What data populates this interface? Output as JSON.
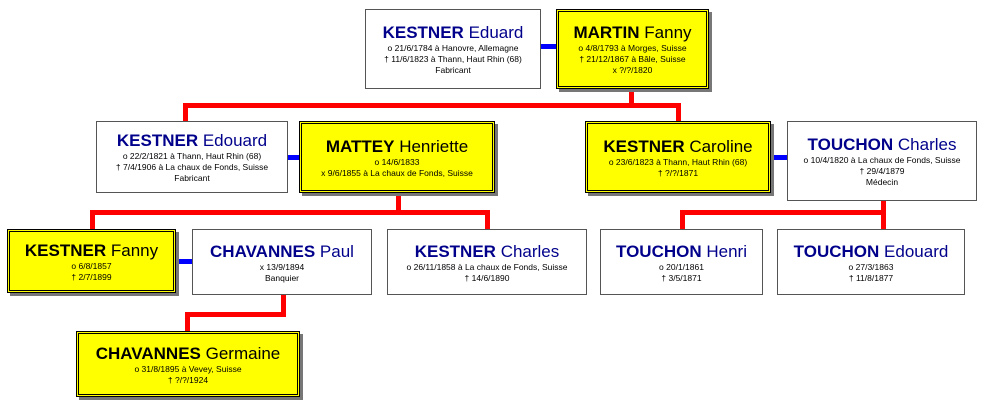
{
  "colors": {
    "highlight": "#ffff00",
    "link_parent": "#ff0000",
    "link_spouse": "#0000ff",
    "name_text": "#00008b"
  },
  "people": {
    "eduard": {
      "surname": "KESTNER",
      "given": "Eduard",
      "details": [
        "o 21/6/1784 à Hanovre, Allemagne",
        "† 11/6/1823 à Thann, Haut Rhin (68)",
        "Fabricant"
      ]
    },
    "fanny_m": {
      "surname": "MARTIN",
      "given": "Fanny",
      "details": [
        "o 4/8/1793 à Morges, Suisse",
        "† 21/12/1867 à Bâle, Suisse",
        "x ?/?/1820"
      ]
    },
    "edouard": {
      "surname": "KESTNER",
      "given": "Edouard",
      "details": [
        "o 22/2/1821 à Thann, Haut Rhin (68)",
        "† 7/4/1906 à La chaux de Fonds, Suisse",
        "Fabricant"
      ]
    },
    "henriette": {
      "surname": "MATTEY",
      "given": "Henriette",
      "details": [
        "o 14/6/1833",
        "x 9/6/1855 à La chaux de Fonds, Suisse"
      ]
    },
    "caroline": {
      "surname": "KESTNER",
      "given": "Caroline",
      "details": [
        "o 23/6/1823 à Thann, Haut Rhin (68)",
        "† ?/?/1871"
      ]
    },
    "charles_t": {
      "surname": "TOUCHON",
      "given": "Charles",
      "details": [
        "o 10/4/1820 à La chaux de Fonds, Suisse",
        "† 29/4/1879",
        "Médecin"
      ]
    },
    "fanny_k": {
      "surname": "KESTNER",
      "given": "Fanny",
      "details": [
        "o 6/8/1857",
        "† 2/7/1899"
      ]
    },
    "paul": {
      "surname": "CHAVANNES",
      "given": "Paul",
      "details": [
        "x 13/9/1894",
        "Banquier"
      ]
    },
    "charles_k": {
      "surname": "KESTNER",
      "given": "Charles",
      "details": [
        "o 26/11/1858 à La chaux de Fonds, Suisse",
        "† 14/6/1890"
      ]
    },
    "henri": {
      "surname": "TOUCHON",
      "given": "Henri",
      "details": [
        "o 20/1/1861",
        "† 3/5/1871"
      ]
    },
    "edouard_t": {
      "surname": "TOUCHON",
      "given": "Edouard",
      "details": [
        "o 27/3/1863",
        "† 11/8/1877"
      ]
    },
    "germaine": {
      "surname": "CHAVANNES",
      "given": "Germaine",
      "details": [
        "o 31/8/1895 à Vevey, Suisse",
        "† ?/?/1924"
      ]
    }
  }
}
